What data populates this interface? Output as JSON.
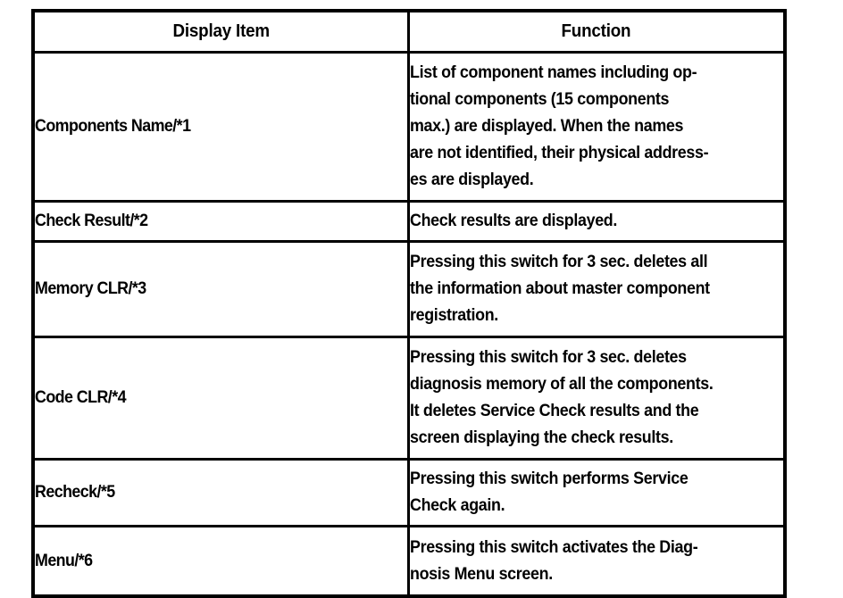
{
  "table": {
    "headers": {
      "display_item": "Display Item",
      "function": "Function"
    },
    "rows": [
      {
        "item": "Components Name/*1",
        "function_lines": [
          "List of component names including op-",
          "tional components (15 components",
          "max.) are displayed. When the names",
          "are not identified, their physical address-",
          "es are displayed."
        ]
      },
      {
        "item": "Check Result/*2",
        "function_lines": [
          "Check results are displayed."
        ]
      },
      {
        "item": "Memory CLR/*3",
        "function_lines": [
          "Pressing this switch for 3 sec. deletes all",
          "the information about master component",
          "registration."
        ]
      },
      {
        "item": "Code CLR/*4",
        "function_lines": [
          "Pressing this switch for 3 sec. deletes",
          "diagnosis memory of all the components.",
          "It deletes Service Check results and the",
          "screen displaying the check results."
        ]
      },
      {
        "item": "Recheck/*5",
        "function_lines": [
          "Pressing this switch performs Service",
          "Check again."
        ]
      },
      {
        "item": "Menu/*6",
        "function_lines": [
          "Pressing this switch activates the Diag-",
          "nosis Menu screen."
        ]
      }
    ]
  }
}
